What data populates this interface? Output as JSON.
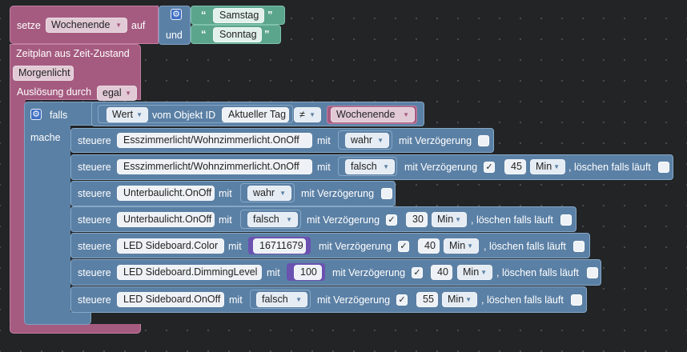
{
  "setze": {
    "keyword": "setze",
    "variable": "Wochenende",
    "auf": "auf"
  },
  "list": {
    "item1": "Samstag",
    "und": "und",
    "item2": "Sonntag"
  },
  "schedule": {
    "title": "Zeitplan aus Zeit-Zustand",
    "state": "Morgenlicht",
    "trigger_label": "Auslösung durch",
    "trigger_value": "egal"
  },
  "ifblock": {
    "falls": "falls",
    "mache": "mache",
    "wert": "Wert",
    "vom_objekt": "vom Objekt ID",
    "object": "Aktueller Tag",
    "operator": "≠",
    "variable": "Wochenende"
  },
  "common": {
    "steuere": "steuere",
    "mit": "mit",
    "delay": "mit Verzögerung",
    "clear": ", löschen falls läuft",
    "min": "Min",
    "check": "✓"
  },
  "rows": [
    {
      "target": "Esszimmerlicht/Wohnzimmerlicht.OnOff",
      "value": "wahr",
      "delay_checked": false
    },
    {
      "target": "Esszimmerlicht/Wohnzimmerlicht.OnOff",
      "value": "falsch",
      "delay_checked": true,
      "delay": "45"
    },
    {
      "target": "Unterbaulicht.OnOff",
      "value": "wahr",
      "delay_checked": false
    },
    {
      "target": "Unterbaulicht.OnOff",
      "value": "falsch",
      "delay_checked": true,
      "delay": "30"
    },
    {
      "target": "LED Sideboard.Color",
      "value": "16711679",
      "delay_checked": true,
      "delay": "40"
    },
    {
      "target": "LED Sideboard.DimmingLevel",
      "value": "100",
      "delay_checked": true,
      "delay": "40"
    },
    {
      "target": "LED Sideboard.OnOff",
      "value": "falsch",
      "delay_checked": true,
      "delay": "55"
    }
  ],
  "colors": {
    "variable": "#a55b80",
    "logic": "#5b80a5",
    "text": "#5ba58c",
    "math": "#6a52b0",
    "workspace": "#222426"
  }
}
